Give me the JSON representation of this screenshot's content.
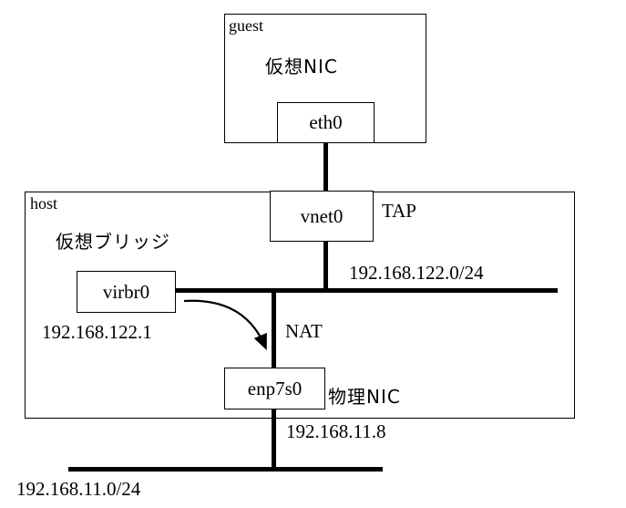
{
  "guest": {
    "title": "guest",
    "virtual_nic_label": "仮想NIC",
    "eth0_label": "eth0"
  },
  "host": {
    "title": "host",
    "vnet0_label": "vnet0",
    "tap_label": "TAP",
    "virtual_bridge_label": "仮想ブリッジ",
    "virbr0_label": "virbr0",
    "virbr0_ip": "192.168.122.1",
    "bridge_subnet": "192.168.122.0/24",
    "nat_label": "NAT",
    "enp7s0_label": "enp7s0",
    "physical_nic_label": "物理NIC"
  },
  "external": {
    "host_ip": "192.168.11.8",
    "lan_subnet": "192.168.11.0/24"
  },
  "colors": {
    "line": "#000000",
    "background": "#ffffff"
  }
}
